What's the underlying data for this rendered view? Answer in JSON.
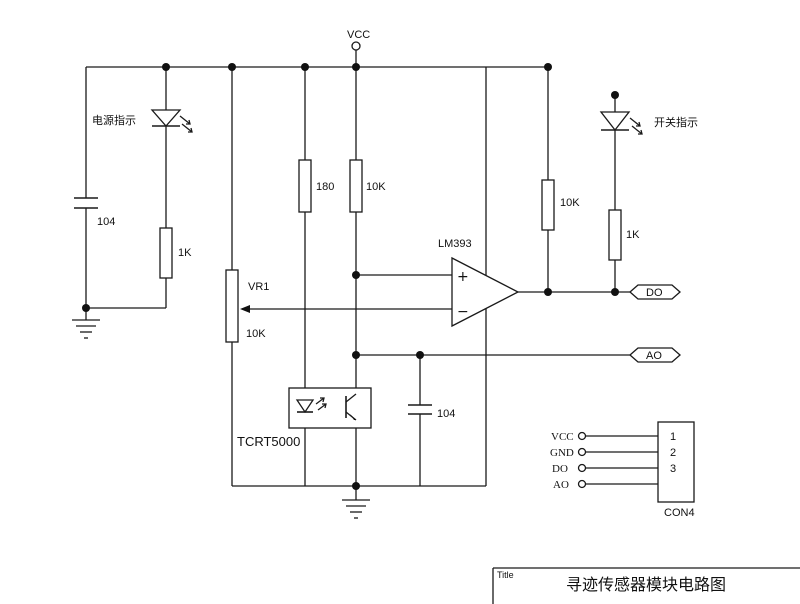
{
  "diagram": {
    "vcc_top": "VCC",
    "power_led_label": "电源指示",
    "switch_led_label": "开关指示",
    "cap1_value": "104",
    "cap2_value": "104",
    "r_power_led": "1K",
    "r_ir_led": "180",
    "r_photo": "10K",
    "r_pullup": "10K",
    "r_switch_led": "1K",
    "pot_name": "VR1",
    "pot_value": "10K",
    "comparator": "LM393",
    "plus_sign": "+",
    "minus_sign": "−",
    "sensor": "TCRT5000",
    "port_do": "DO",
    "port_ao": "AO",
    "connector": {
      "name": "CON4",
      "pins": [
        {
          "num": "1",
          "signal": "VCC"
        },
        {
          "num": "2",
          "signal": "GND"
        },
        {
          "num": "3",
          "signal": "DO"
        },
        {
          "num": "",
          "signal": "AO"
        }
      ]
    },
    "title_block": {
      "label": "Title",
      "text": "寻迹传感器模块电路图"
    }
  }
}
